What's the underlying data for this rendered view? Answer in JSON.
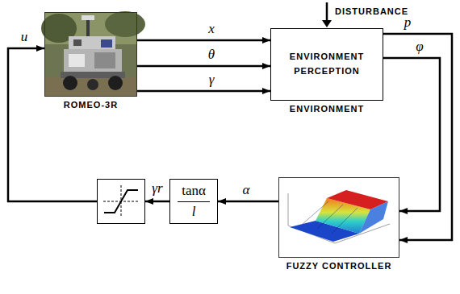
{
  "diagram": {
    "nodes": [
      {
        "text": [
          "ROMEO-3R"
        ]
      },
      {
        "text": [
          "ENVIRONMENT PERCEPTION",
          "ENVIRONMENT"
        ]
      },
      {},
      {
        "text": [
          "tanα",
          "l"
        ]
      },
      {
        "text": [
          "FUZZY CONTROLLER"
        ]
      }
    ],
    "edges": [
      {
        "from": 0,
        "to": 1,
        "label": "x",
        "arrow": "to"
      },
      {
        "from": 0,
        "to": 1,
        "label": "θ",
        "arrow": "to"
      },
      {
        "from": 0,
        "to": 1,
        "label": "γ",
        "arrow": "to"
      },
      {
        "from": 1,
        "to": 4,
        "label": "p",
        "arrow": "to"
      },
      {
        "from": 1,
        "to": 4,
        "label": "φ",
        "arrow": "to"
      },
      {
        "from": 4,
        "to": 3,
        "label": "α",
        "arrow": "to"
      },
      {
        "from": 3,
        "to": 2,
        "label": "γr",
        "arrow": "to"
      },
      {
        "from": 2,
        "to": 0,
        "label": "u",
        "arrow": "to"
      }
    ],
    "labels": [
      "DISTURBANCE"
    ]
  }
}
